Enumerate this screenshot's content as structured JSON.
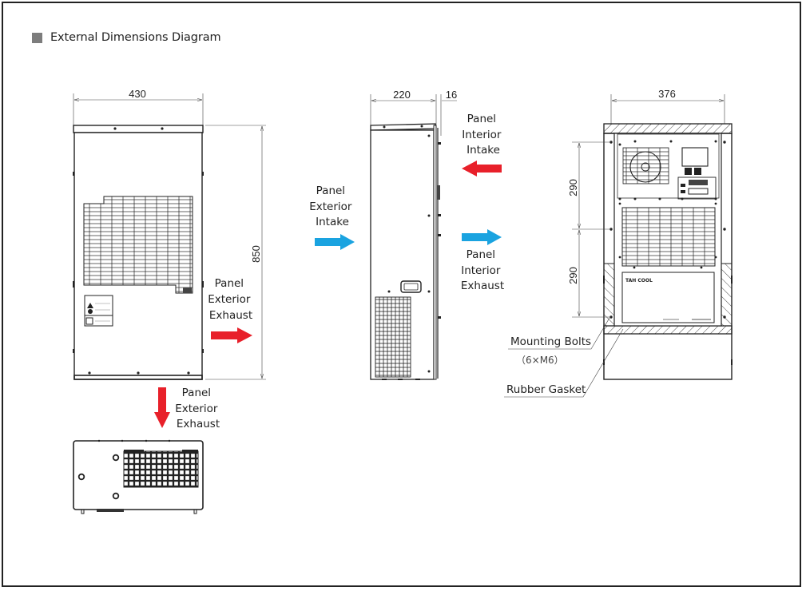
{
  "section": {
    "title": "External Dimensions Diagram"
  },
  "dimensions": {
    "front_width": "430",
    "height": "850",
    "side_depth": "220",
    "side_flange": "16",
    "rear_width": "376",
    "upper_mount_pitch": "290",
    "lower_mount_pitch": "290"
  },
  "airflow": {
    "front_exhaust": [
      "Panel",
      "Exterior",
      "Exhaust"
    ],
    "bottom_exhaust": [
      "Panel",
      "Exterior",
      "Exhaust"
    ],
    "exterior_intake": [
      "Panel",
      "Exterior",
      "Intake"
    ],
    "interior_intake": [
      "Panel",
      "Interior",
      "Intake"
    ],
    "interior_exhaust": [
      "Panel",
      "Interior",
      "Exhaust"
    ]
  },
  "callouts": {
    "mounting_bolts": "Mounting Bolts",
    "mounting_bolts_spec": "（6×M6）",
    "rubber_gasket": "Rubber Gasket"
  },
  "nameplate": {
    "brand": "TAH COOL"
  },
  "colors": {
    "hot_arrow": "#e8202a",
    "cool_arrow": "#1aa3e0",
    "heading_square": "#7d7d7d",
    "line": "#222222"
  }
}
